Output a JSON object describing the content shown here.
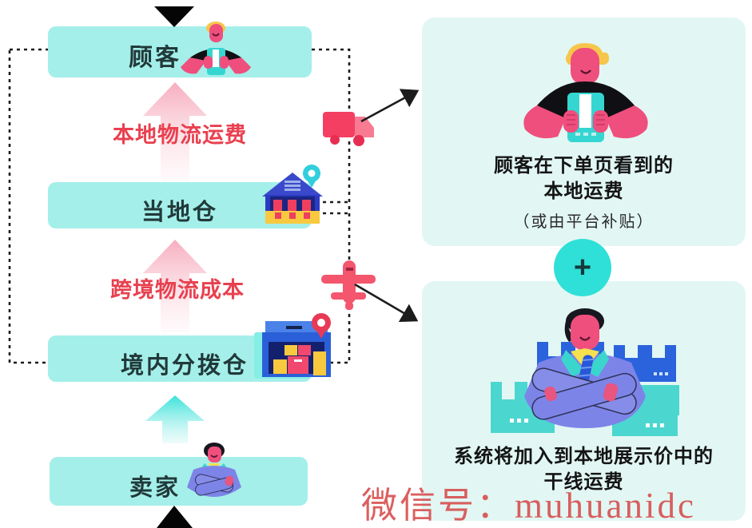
{
  "diagram": {
    "nodes": {
      "customer": "顾客",
      "local_warehouse": "当地仓",
      "domestic_distribution_warehouse": "境内分拨仓",
      "seller": "卖家"
    },
    "flows": {
      "local_logistics_fee": "本地物流运费",
      "cross_border_logistics_cost": "跨境物流成本"
    },
    "right_panels": {
      "top": {
        "line1": "顾客在下单页看到的",
        "line2": "本地运费",
        "note": "（或由平台补贴）"
      },
      "plus": "+",
      "bottom": {
        "line1": "系统将加入到本地展示价中的",
        "line2": "干线运费"
      }
    },
    "watermark": "微信号：muhuanidc",
    "icons": [
      "customer-avatar-icon",
      "truck-icon",
      "plane-icon",
      "local-warehouse-icon",
      "domestic-warehouse-icon",
      "seller-avatar-icon",
      "customer-phone-illustration",
      "businessman-illustration",
      "plus-icon",
      "location-pin-icon"
    ],
    "colors": {
      "node_box": "#a4efe9",
      "panel": "#e2f7f4",
      "plus_circle": "#2ee0d8",
      "flow_label": "#e9404f",
      "arrow_pink": "#f6aebe",
      "arrow_cyan": "#2fe0d8",
      "watermark": "#d74a4a",
      "line_black": "#1c1c1c"
    }
  }
}
